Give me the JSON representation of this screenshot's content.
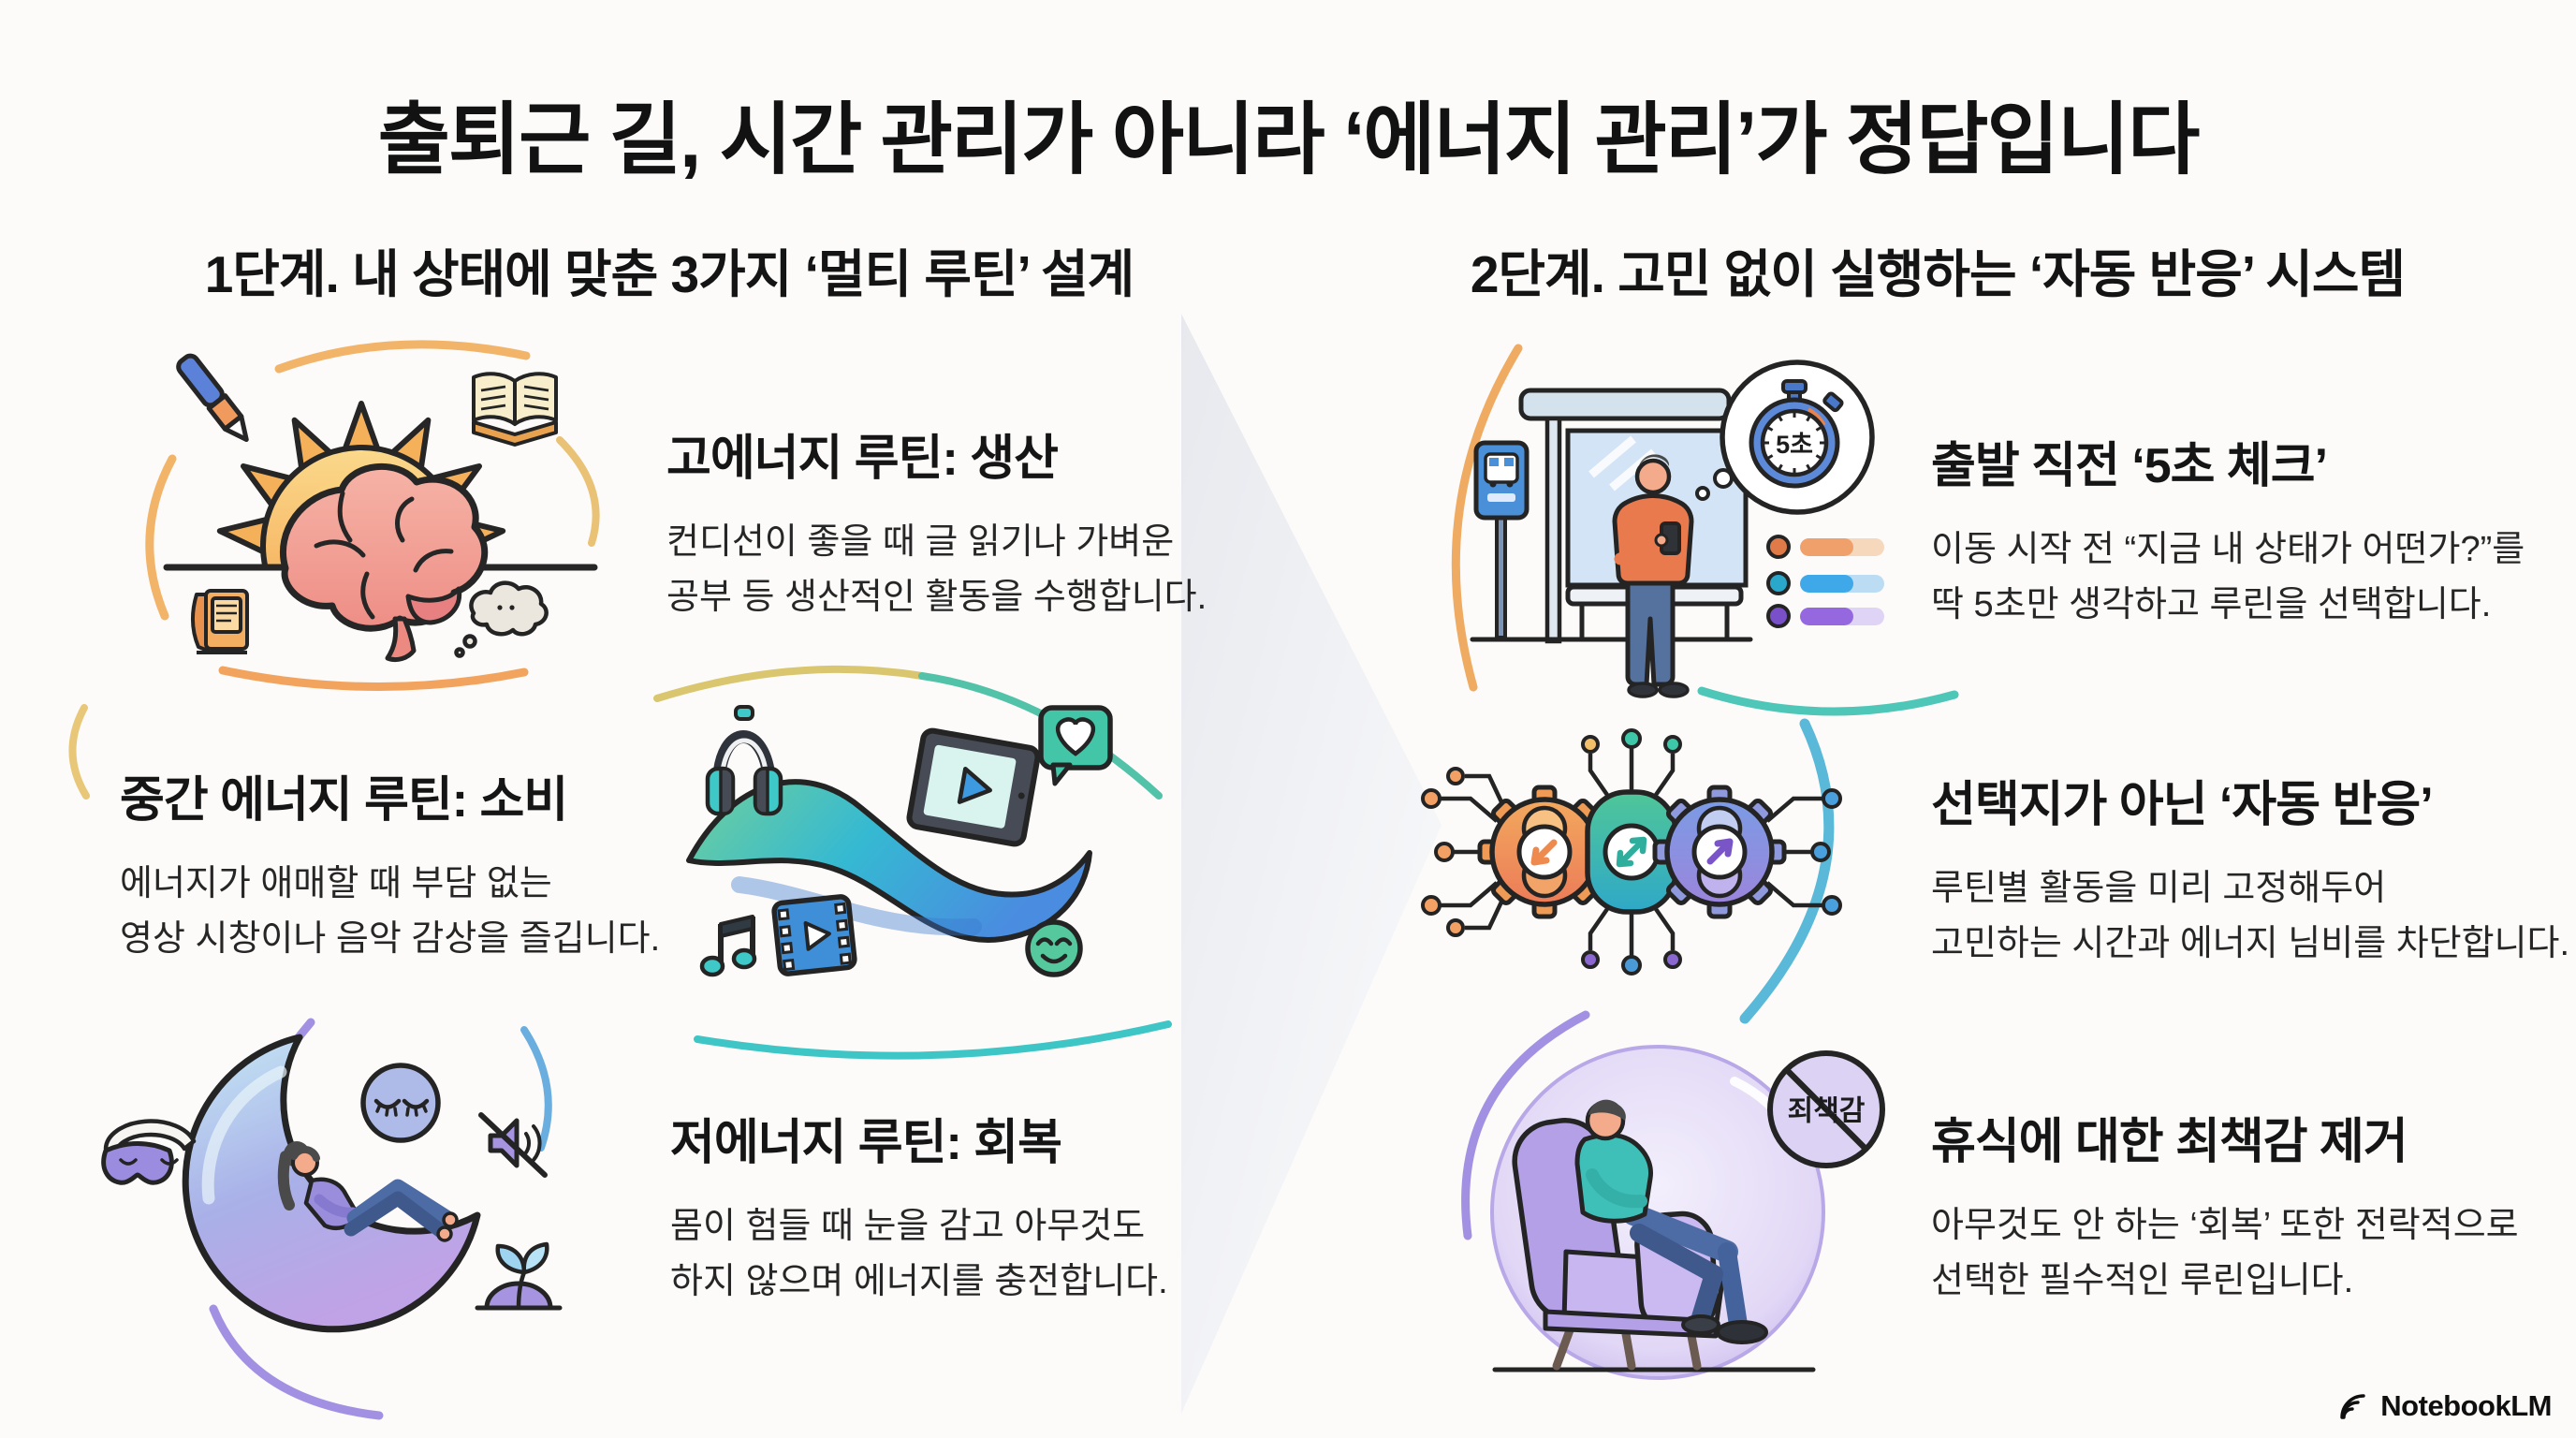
{
  "page": {
    "title": "출퇴근 길, 시간 관리가 아니라 ‘에너지 관리’가 정답입니다",
    "background": "#fcfbf9"
  },
  "palette": {
    "accent_orange": "#f09a55",
    "accent_teal": "#3ec6c6",
    "accent_blue": "#4a90d9",
    "accent_purple": "#9c8ce0",
    "text": "#161616"
  },
  "left_column": {
    "header": "1단계. 내 상태에 맞춘 3가지 ‘멀티 루틴’ 설계",
    "items": [
      {
        "title": "고에너지 루틴: 생산",
        "body_line1": "컨디선이 좋을 때 글 읽기나 가벼운",
        "body_line2": "공부 등 생산적인 활동을 수행합니다.",
        "illustration": "brain-rising-sun"
      },
      {
        "title": "중간 에너지 루틴: 소비",
        "body_line1": "에너지가 애매할 때 부담 없는",
        "body_line2": "영상 시창이나 음악 감상을 즐깁니다.",
        "illustration": "media-wave"
      },
      {
        "title": "저에너지 루틴: 회복",
        "body_line1": "몸이 험들 때 눈을 감고 아무것도",
        "body_line2": "하지 않으며 에너지를 충전합니다.",
        "illustration": "crescent-moon-rest"
      }
    ]
  },
  "right_column": {
    "header": "2단계. 고민 없이 실행하는 ‘자동 반응’ 시스템",
    "items": [
      {
        "title": "출발 직전 ‘5초 체크’",
        "body_line1": "이동 시작 전 “지금 내 상태가 어떤가?”를",
        "body_line2": "딱 5초만 생각하고 루린을 선택합니다.",
        "badge": "5초",
        "option_colors": [
          "#e07a48",
          "#2aa8cc",
          "#7a50c8"
        ],
        "illustration": "bus-stop-check"
      },
      {
        "title": "선택지가 아닌 ‘자동 반응’",
        "body_line1": "루틴별 활동을 미리 고정해두어",
        "body_line2": "고민하는 시간과 에너지 님비를 차단합니다.",
        "illustration": "auto-gears"
      },
      {
        "title": "휴식에 대한 최책감 제거",
        "body_line1": "아무것도 안 하는 ‘회복’ 또한 전락적으로",
        "body_line2": "선택한 필수적인 루린입니다.",
        "badge": "죄책감",
        "illustration": "guilt-free-rest"
      }
    ]
  },
  "footer": {
    "brand": "NotebookLM"
  }
}
